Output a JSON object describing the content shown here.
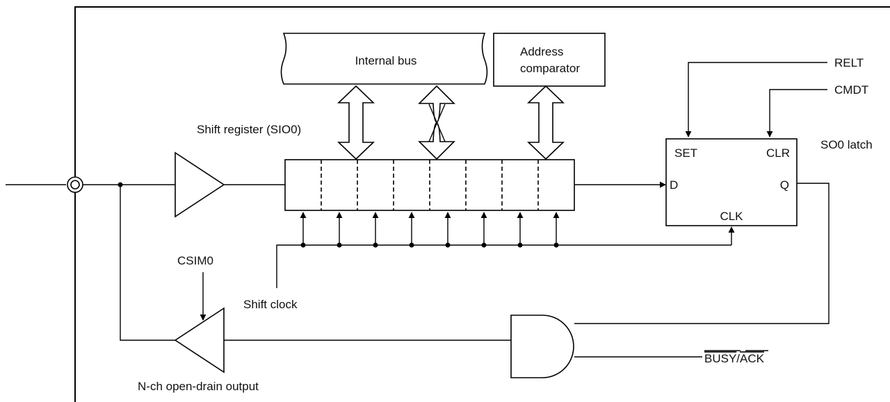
{
  "labels": {
    "internal_bus": "Internal bus",
    "address_comparator_line1": "Address",
    "address_comparator_line2": "comparator",
    "shift_register": "Shift register (SIO0)",
    "shift_clock": "Shift clock",
    "relt": "RELT",
    "cmdt": "CMDT",
    "so0_latch": "SO0 latch",
    "latch_set": "SET",
    "latch_clr": "CLR",
    "latch_d": "D",
    "latch_q": "Q",
    "latch_clk": "CLK",
    "csim0": "CSIM0",
    "busy": "BUSY",
    "slash": "/",
    "ack": "ACK",
    "open_drain": "N-ch open-drain output"
  }
}
